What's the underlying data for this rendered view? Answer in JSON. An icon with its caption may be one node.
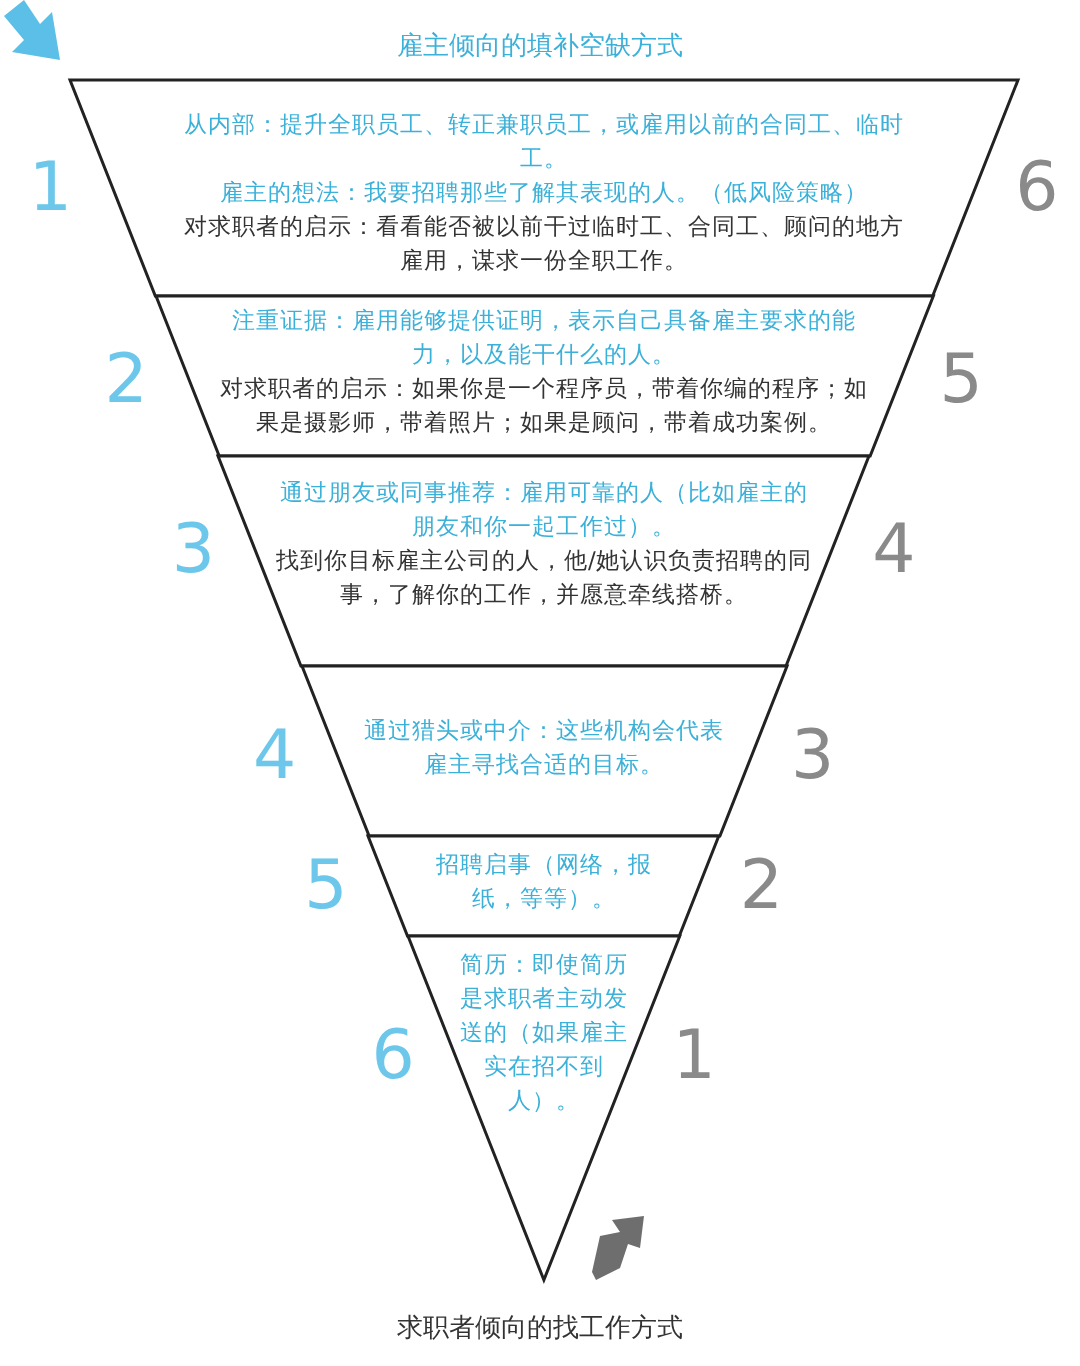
{
  "diagram": {
    "title": "雇主倾向的填补空缺方式",
    "caption": "求职者倾向的找工作方式",
    "nodes": [
      {
        "text": [
          "从内部：提升全职员工、转正兼职员工，或雇用以前的合同工、临时工。",
          "雇主的想法：我要招聘那些了解其表现的人。（低风险策略）",
          "对求职者的启示：看看能否被以前干过临时工、合同工、顾问的地方雇用，谋求一份全职工作。"
        ]
      },
      {
        "text": [
          "注重证据：雇用能够提供证明，表示自己具备雇主要求的能力，以及能干什么的人。",
          "对求职者的启示：如果你是一个程序员，带着你编的程序；如果是摄影师，带着照片；如果是顾问，带着成功案例。"
        ]
      },
      {
        "text": [
          "通过朋友或同事推荐：雇用可靠的人（比如雇主的朋友和你一起工作过）。",
          "找到你目标雇主公司的人，他/她认识负责招聘的同事，了解你的工作，并愿意牵线搭桥。"
        ]
      },
      {
        "text": [
          "通过猎头或中介：这些机构会代表雇主寻找合适的目标。"
        ]
      },
      {
        "text": [
          "招聘启事（网络，报纸，等等）。"
        ]
      },
      {
        "text": [
          "简历：即使简历是求职者主动发送的（如果雇主实在招不到人）。"
        ]
      }
    ],
    "labels": [
      "1",
      "6",
      "2",
      "5",
      "3",
      "4",
      "4",
      "3",
      "5",
      "2",
      "6",
      "1"
    ]
  }
}
